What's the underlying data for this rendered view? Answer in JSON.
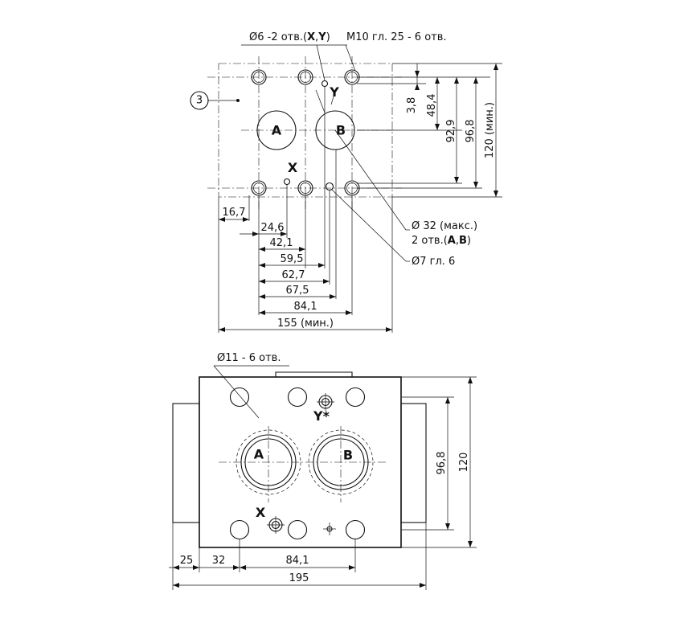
{
  "callouts": {
    "xy_holes": "Ø6 -2 отв.(X,Y)",
    "xy_holes_pre": "Ø6 -2 отв.(",
    "xy_holes_x": "X",
    "xy_holes_sep": ",",
    "xy_holes_y": "Y",
    "xy_holes_post": ")",
    "thread": "M10 гл. 25 - 6 отв.",
    "port_dia": "Ø 32 (макс.)",
    "port_count": "2 отв.(A,B)",
    "port_count_pre": "2 отв.(",
    "port_count_a": "A",
    "port_count_sep": ",",
    "port_count_b": "B",
    "port_count_post": ")",
    "pin_hole": "Ø7 гл. 6",
    "through_holes": "Ø11 - 6 отв.",
    "item_number": "3"
  },
  "labels": {
    "port_a": "A",
    "port_b": "B",
    "port_x": "X",
    "port_y": "Y",
    "port_y_star": "Y*"
  },
  "top_view": {
    "vertical_dims": [
      "3,8",
      "48,4",
      "92,9",
      "96,8",
      "120 (мин.)"
    ],
    "horizontal_dims": [
      "16,7",
      "24,6",
      "42,1",
      "59,5",
      "62,7",
      "67,5",
      "84,1",
      "155 (мин.)"
    ]
  },
  "bottom_view": {
    "vertical_dims": [
      "96,8",
      "120"
    ],
    "horizontal_dims": [
      "25",
      "32",
      "84,1",
      "195"
    ]
  },
  "colors": {
    "line": "#111111",
    "background": "#ffffff"
  }
}
